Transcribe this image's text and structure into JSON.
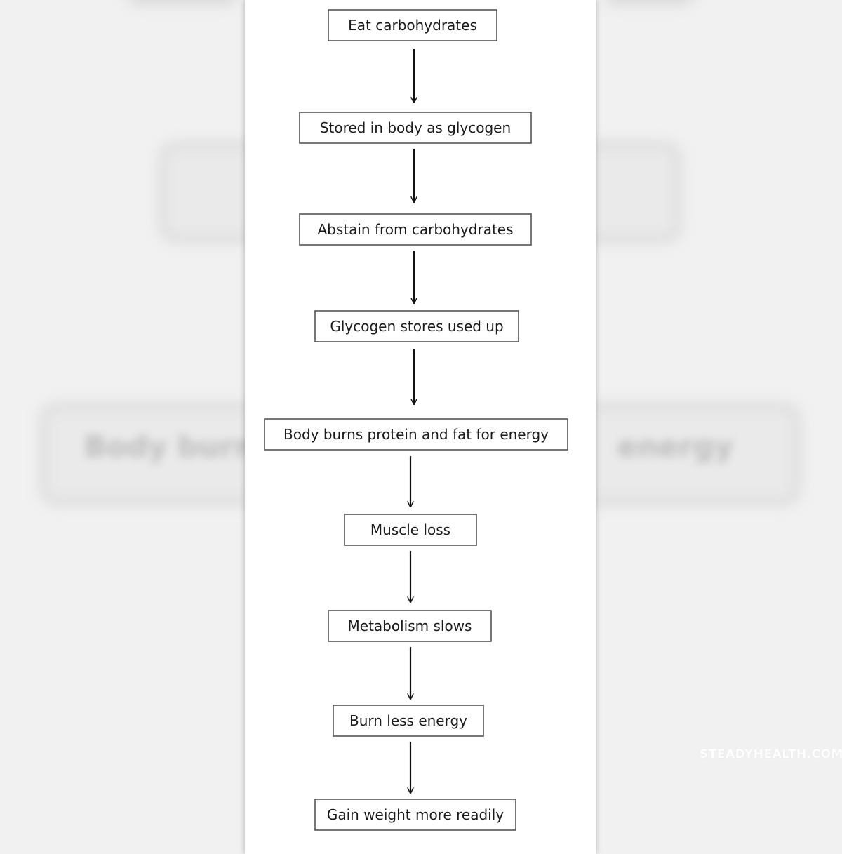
{
  "flowchart": {
    "nodes": [
      "Eat carbohydrates",
      "Stored in body as glycogen",
      "Abstain from carbohydrates",
      "Glycogen stores used up",
      "Body burns protein and fat for energy",
      "Muscle loss",
      "Metabolism slows",
      "Burn less energy",
      "Gain weight more readily"
    ]
  },
  "watermark": "STEADYHEALTH.COM",
  "colors": {
    "background": "#f1f1f1",
    "panel": "#ffffff",
    "stroke": "#555555",
    "arrow": "#111111",
    "text": "#1a1a1a"
  }
}
